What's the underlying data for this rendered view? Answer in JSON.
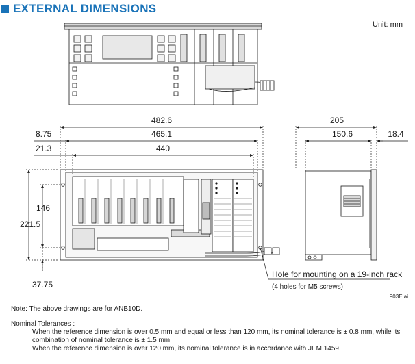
{
  "header": {
    "title": "EXTERNAL DIMENSIONS",
    "unit": "Unit:  mm"
  },
  "dimensions": {
    "overall_width": "482.6",
    "mount_pitch": "465.1",
    "body_width": "440",
    "left_flange": "8.75",
    "left_offset": "21.3",
    "hole_pitch": "146",
    "total_height": "221.5",
    "bottom_offset": "37.75",
    "depth_total": "205",
    "depth_body": "150.6",
    "front_protrusion": "18.4"
  },
  "callout": {
    "line1": "Hole for mounting on a 19-inch rack",
    "line2": "(4 holes for M5 screws)"
  },
  "figure_id": "F03E.ai",
  "notes": {
    "model_note": "Note:  The above drawings are for ANB10D.",
    "tol_title": "Nominal Tolerances :",
    "tol_line1": "When the reference dimension is over 0.5 mm and equal or less than 120 mm, its nominal tolerance is ± 0.8 mm, while its",
    "tol_line2": "combination of nominal tolerance is ± 1.5 mm.",
    "tol_line3": "When the reference dimension is over 120 mm, its nominal tolerance is in accordance with JEM 1459."
  }
}
